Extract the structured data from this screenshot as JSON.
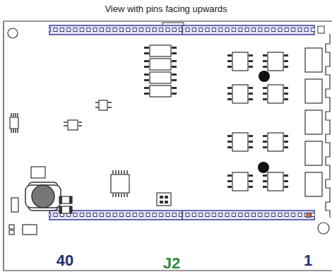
{
  "diagram": {
    "title": "View with pins facing upwards",
    "labels": [
      "40",
      "J2",
      "1"
    ]
  }
}
